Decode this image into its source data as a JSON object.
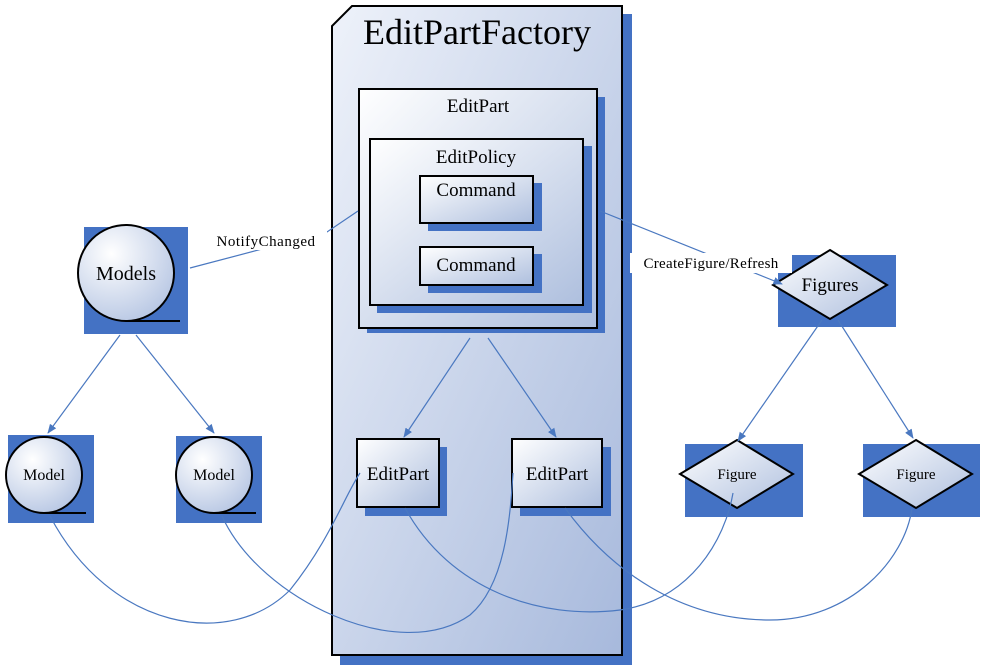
{
  "factory": {
    "title": "EditPartFactory"
  },
  "editpart_container": {
    "title": "EditPart",
    "policy": {
      "title": "EditPolicy",
      "commands": [
        "Command",
        "Command"
      ]
    }
  },
  "models": {
    "label": "Models",
    "children": [
      "Model",
      "Model"
    ]
  },
  "figures": {
    "label": "Figures",
    "children": [
      "Figure",
      "Figure"
    ]
  },
  "editparts": [
    "EditPart",
    "EditPart"
  ],
  "connectors": {
    "notify": "NotifyChanged",
    "create": "CreateFigure/Refresh"
  },
  "colors": {
    "shadow": "#4472c4",
    "line": "#4a78c0",
    "outline": "#000000",
    "factory_grad_start": "#eef2fa",
    "factory_grad_end": "#a7b9dc",
    "shape_grad_start": "#ffffff",
    "shape_grad_end": "#aebfde"
  }
}
